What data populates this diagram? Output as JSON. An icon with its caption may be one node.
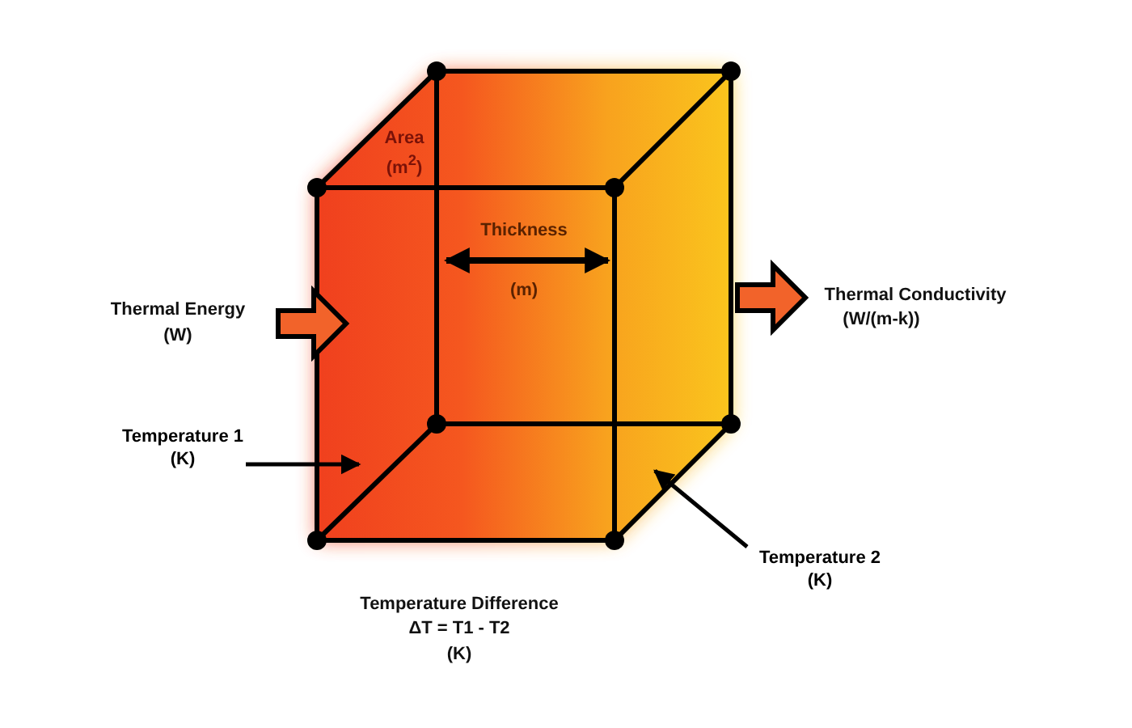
{
  "diagram": {
    "nodes": [
      {
        "text": [
          "Temperature 1",
          "(K)"
        ]
      },
      {
        "text": [],
        "shape": "box"
      },
      {
        "text": [
          "Temperature 2",
          "(K)"
        ]
      }
    ],
    "edges": [
      {
        "from": 0,
        "to": 1,
        "arrow": "to"
      },
      {
        "from": 2,
        "to": 1,
        "arrow": "to"
      }
    ],
    "labels": [
      "Area",
      "(m$^{2}$)",
      "Thickness",
      "(m)",
      "Thermal Energy",
      "(W)",
      "Thermal Conductivity",
      "(W/(m-k))",
      "Temperature Difference",
      "ΔT = T1 - T2",
      "(K)"
    ]
  }
}
